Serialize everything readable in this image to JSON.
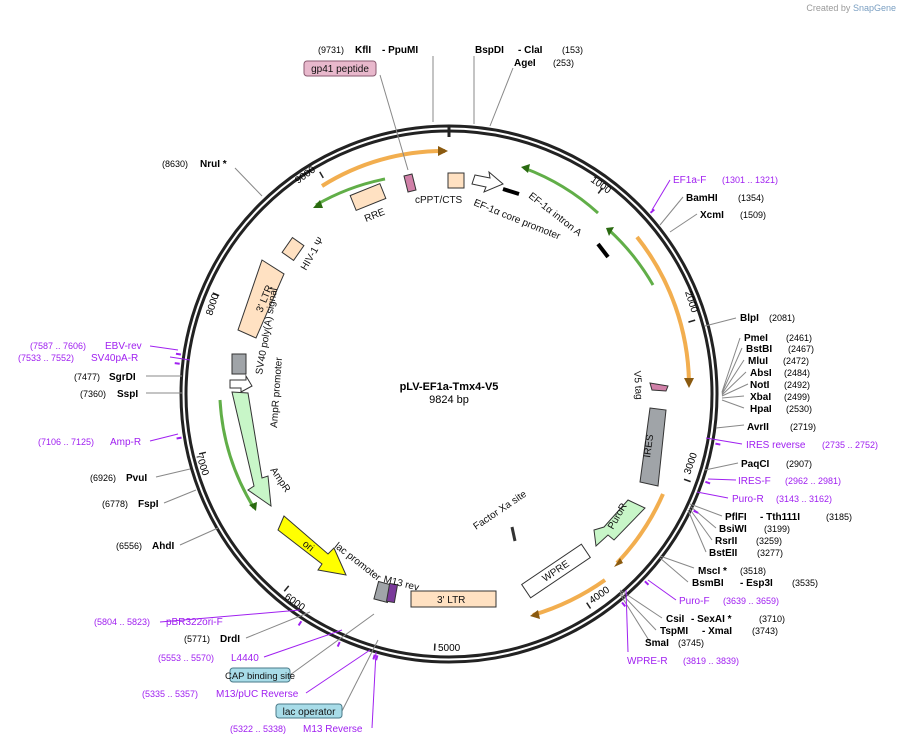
{
  "credit": {
    "prefix": "Created by",
    "brand": "SnapGene"
  },
  "plasmid": {
    "name": "pLV-EF1a-Tmx4-V5",
    "size_label": "9824 bp",
    "length": 9824
  },
  "tick_labels": [
    "1000",
    "2000",
    "3000",
    "4000",
    "5000",
    "6000",
    "7000",
    "8000",
    "9000"
  ],
  "enzymes": [
    {
      "pos": "(9731)",
      "name": "KflI",
      "name2": "- PpuMI",
      "bp": 9731
    },
    {
      "pos": "(153)",
      "name": "BspDI",
      "name2": "- ClaI",
      "bp": 153
    },
    {
      "pos": "(253)",
      "name": "AgeI",
      "name2": "",
      "bp": 253
    },
    {
      "pos": "(8630)",
      "name": "NruI *",
      "name2": "",
      "bp": 8630
    },
    {
      "pos": "(1354)",
      "name": "BamHI",
      "name2": "",
      "bp": 1354
    },
    {
      "pos": "(1509)",
      "name": "XcmI",
      "name2": "",
      "bp": 1509
    },
    {
      "pos": "(2081)",
      "name": "BlpI",
      "name2": "",
      "bp": 2081
    },
    {
      "pos": "(2461)",
      "name": "PmeI",
      "name2": "",
      "bp": 2461
    },
    {
      "pos": "(2467)",
      "name": "BstBI",
      "name2": "",
      "bp": 2467
    },
    {
      "pos": "(2472)",
      "name": "MluI",
      "name2": "",
      "bp": 2472
    },
    {
      "pos": "(2484)",
      "name": "AbsI",
      "name2": "",
      "bp": 2484
    },
    {
      "pos": "(2492)",
      "name": "NotI",
      "name2": "",
      "bp": 2492
    },
    {
      "pos": "(2499)",
      "name": "XbaI",
      "name2": "",
      "bp": 2499
    },
    {
      "pos": "(2530)",
      "name": "HpaI",
      "name2": "",
      "bp": 2530
    },
    {
      "pos": "(2719)",
      "name": "AvrII",
      "name2": "",
      "bp": 2719
    },
    {
      "pos": "(2907)",
      "name": "PaqCI",
      "name2": "",
      "bp": 2907
    },
    {
      "pos": "(3185)",
      "name": "PflFI",
      "name2": "- Tth111I",
      "bp": 3185
    },
    {
      "pos": "(3199)",
      "name": "BsiWI",
      "name2": "",
      "bp": 3199
    },
    {
      "pos": "(3259)",
      "name": "RsrII",
      "name2": "",
      "bp": 3259
    },
    {
      "pos": "(3277)",
      "name": "BstEII",
      "name2": "",
      "bp": 3277
    },
    {
      "pos": "(3518)",
      "name": "MscI *",
      "name2": "",
      "bp": 3518
    },
    {
      "pos": "(3535)",
      "name": "BsmBI",
      "name2": "- Esp3I",
      "bp": 3535
    },
    {
      "pos": "(3710)",
      "name": "CsiI",
      "name2": "- SexAI *",
      "bp": 3710
    },
    {
      "pos": "(3743)",
      "name": "TspMI",
      "name2": "- XmaI",
      "bp": 3743
    },
    {
      "pos": "(3745)",
      "name": "SmaI",
      "name2": "",
      "bp": 3745
    },
    {
      "pos": "(7477)",
      "name": "SgrDI",
      "name2": "",
      "bp": 7477
    },
    {
      "pos": "(7360)",
      "name": "SspI",
      "name2": "",
      "bp": 7360
    },
    {
      "pos": "(6926)",
      "name": "PvuI",
      "name2": "",
      "bp": 6926
    },
    {
      "pos": "(6778)",
      "name": "FspI",
      "name2": "",
      "bp": 6778
    },
    {
      "pos": "(6556)",
      "name": "AhdI",
      "name2": "",
      "bp": 6556
    },
    {
      "pos": "(5771)",
      "name": "DrdI",
      "name2": "",
      "bp": 5771
    }
  ],
  "primers": [
    {
      "name": "EF1a-F",
      "range": "(1301 .. 1321)",
      "bp": 1311
    },
    {
      "name": "IRES reverse",
      "range": "(2735 .. 2752)",
      "bp": 2744
    },
    {
      "name": "IRES-F",
      "range": "(2962 .. 2981)",
      "bp": 2972
    },
    {
      "name": "Puro-R",
      "range": "(3143 .. 3162)",
      "bp": 3152
    },
    {
      "name": "Puro-F",
      "range": "(3639 .. 3659)",
      "bp": 3649
    },
    {
      "name": "WPRE-R",
      "range": "(3819 .. 3839)",
      "bp": 3829
    },
    {
      "name": "EBV-rev",
      "range": "(7587 .. 7606)",
      "bp": 7597
    },
    {
      "name": "SV40pA-R",
      "range": "(7533 .. 7552)",
      "bp": 7543
    },
    {
      "name": "Amp-R",
      "range": "(7106 .. 7125)",
      "bp": 7115
    },
    {
      "name": "pBR322ori-F",
      "range": "(5804 .. 5823)",
      "bp": 5813
    },
    {
      "name": "L4440",
      "range": "(5553 .. 5570)",
      "bp": 5561
    },
    {
      "name": "M13/pUC Reverse",
      "range": "(5335 .. 5357)",
      "bp": 5346
    },
    {
      "name": "M13 Reverse",
      "range": "(5322 .. 5338)",
      "bp": 5330
    }
  ],
  "boxed_features": [
    {
      "label": "gp41 peptide",
      "bp": 9485
    },
    {
      "label": "CAP binding site",
      "bp": 5390
    },
    {
      "label": "lac operator",
      "bp": 5352
    }
  ],
  "feature_labels": {
    "cppt": "cPPT/CTS",
    "ef1a_core": "EF-1α core promoter",
    "ef1a_intron": "EF-1α intron A",
    "rre": "RRE",
    "hiv_psi": "HIV-1 Ψ",
    "ltr3_left": "3' LTR",
    "sv40": "SV40 poly(A) signal",
    "ampr_promoter": "AmpR promoter",
    "ampr": "AmpR",
    "ori": "ori",
    "lac_promoter": "lac promoter",
    "m13rev": "M13 rev",
    "ltr3_bottom": "3' LTR",
    "wpre": "WPRE",
    "puror": "PuroR",
    "ires": "IRES",
    "v5": "V5 tag",
    "factor_xa": "Factor Xa site"
  },
  "colors": {
    "backbone": "#222222",
    "enzyme_text": "#000000",
    "primer": "#a020f0",
    "orf": "#f0a030",
    "green_feature": "#3a9a1a",
    "promoter": "#ffffff",
    "ltr": "#ffe1c2",
    "ampr_fill": "#c8f6c8",
    "ori_fill": "#ffff00",
    "ires_fill": "#a0a4a8",
    "gp41_fill": "#e8b8cc",
    "cap_fill": "#a8dce8"
  }
}
